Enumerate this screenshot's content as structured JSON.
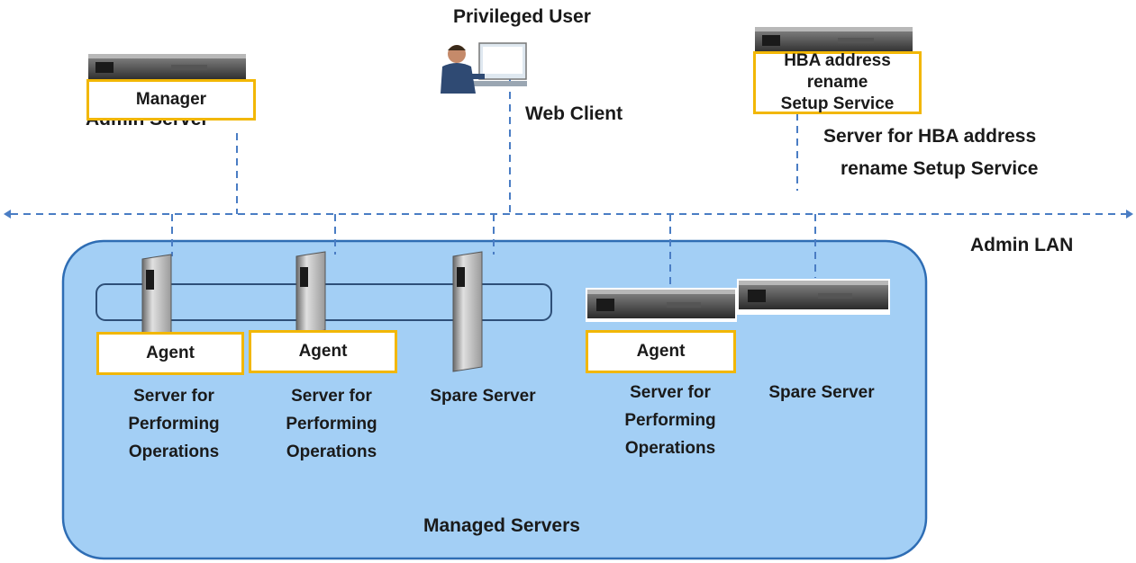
{
  "labels": {
    "privileged_user": "Privileged User",
    "web_client": "Web Client",
    "admin_server": "Admin Server",
    "hba_server_line1": "Server for HBA address",
    "hba_server_line2": "rename Setup Service",
    "admin_lan": "Admin LAN",
    "managed_servers": "Managed Servers"
  },
  "boxes": {
    "manager": "Manager",
    "hba_line1": "HBA address rename",
    "hba_line2": "Setup Service",
    "agent": "Agent"
  },
  "servers": [
    {
      "role": [
        "Server for",
        "Performing",
        "Operations"
      ]
    },
    {
      "role": [
        "Server for",
        "Performing",
        "Operations"
      ]
    },
    {
      "role": [
        "Spare Server"
      ]
    },
    {
      "role": [
        "Server for",
        "Performing",
        "Operations"
      ]
    },
    {
      "role": [
        "Spare Server"
      ]
    }
  ],
  "colors": {
    "lan_line": "#4a7dc4",
    "managed_area_fill": "#a3cff5",
    "managed_area_border": "#2e6db4",
    "agent_box_border": "#f2b705"
  },
  "icons": [
    "rack-server-icon",
    "blade-server-icon",
    "user-at-computer-icon"
  ]
}
